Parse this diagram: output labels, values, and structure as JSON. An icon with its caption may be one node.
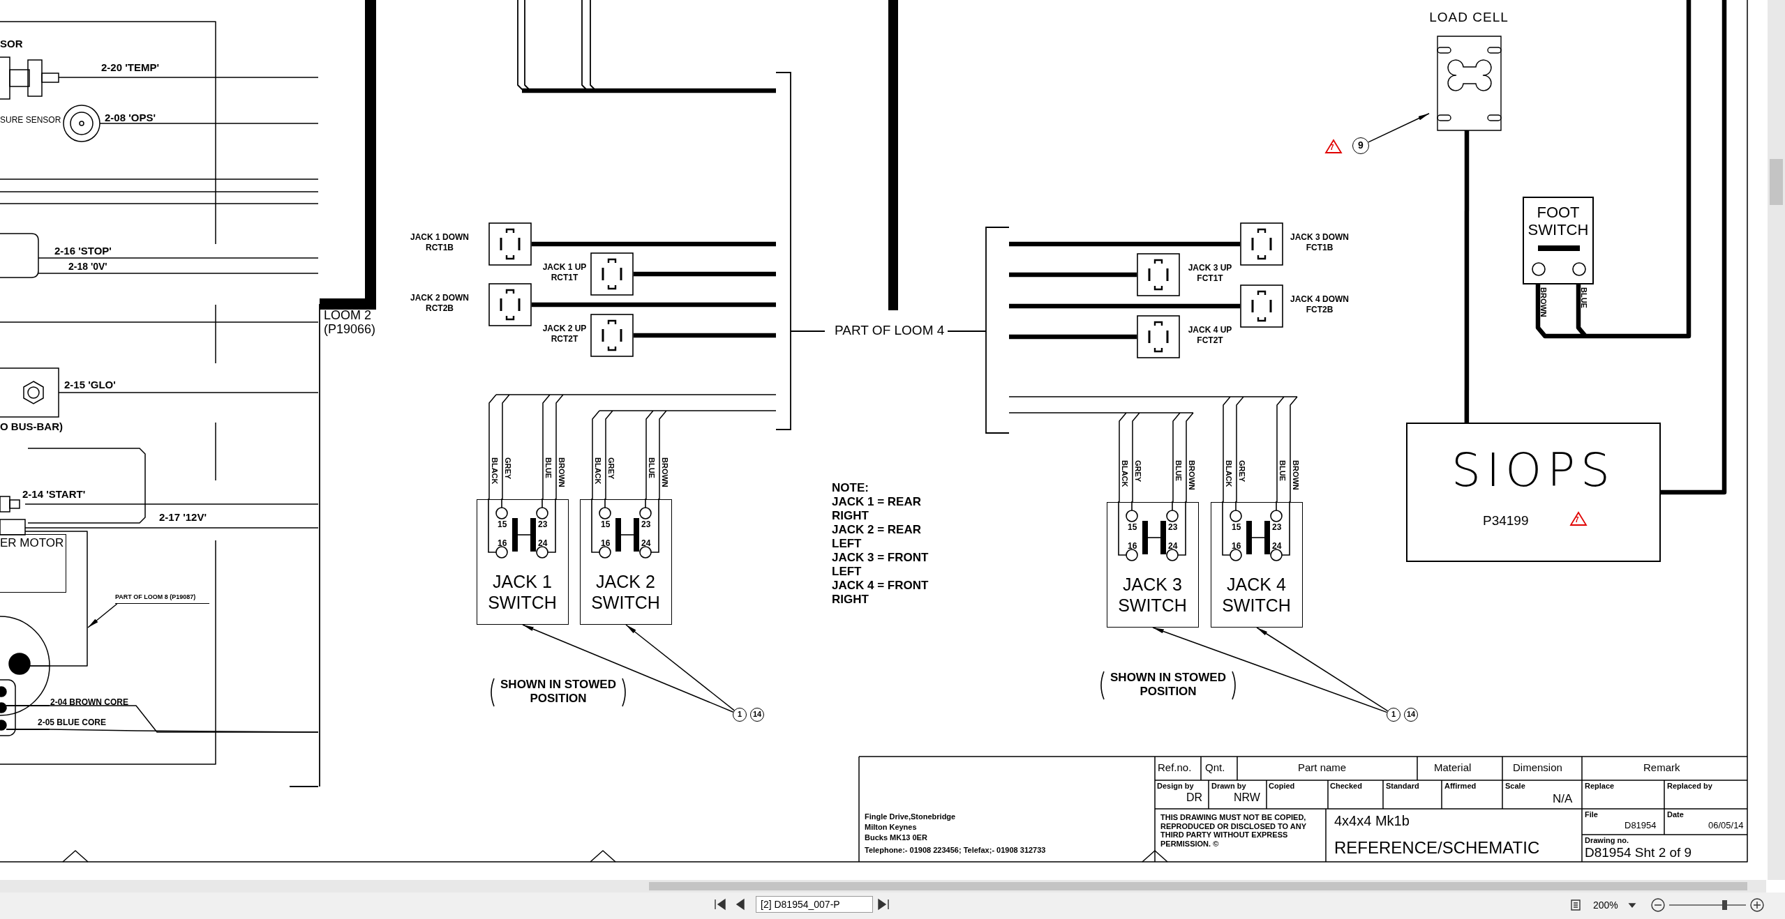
{
  "diagram": {
    "nodes": [
      {
        "text": [
          "LOAD CELL"
        ]
      },
      {
        "text": [
          "9"
        ]
      },
      {
        "text": [
          "FOOT SWITCH"
        ],
        "beside": [
          "BROWN",
          "BLUE"
        ]
      },
      {
        "text": [
          "SIOPS",
          "P34199"
        ]
      },
      {
        "text": [
          "JACK 1 DOWN RCT1B"
        ]
      },
      {
        "text": [
          "JACK 1 UP RCT1T"
        ]
      },
      {
        "text": [
          "JACK 2 DOWN RCT2B"
        ]
      },
      {
        "text": [
          "JACK 2 UP RCT2T"
        ]
      },
      {
        "text": [
          "JACK 3 DOWN FCT1B"
        ]
      },
      {
        "text": [
          "JACK 3 UP FCT1T"
        ]
      },
      {
        "text": [
          "JACK 4 DOWN FCT2B"
        ]
      },
      {
        "text": [
          "JACK 4 UP FCT2T"
        ]
      },
      {
        "text": [
          "15",
          "23",
          "16",
          "24",
          "JACK 1 SWITCH"
        ]
      },
      {
        "text": [
          "15",
          "23",
          "16",
          "24",
          "JACK 2 SWITCH"
        ]
      },
      {
        "text": [
          "15",
          "23",
          "16",
          "24",
          "JACK 3 SWITCH"
        ]
      },
      {
        "text": [
          "15",
          "23",
          "16",
          "24",
          "JACK 4 SWITCH"
        ]
      },
      {
        "text": [
          "1"
        ]
      },
      {
        "text": [
          "14"
        ]
      },
      {
        "text": [
          "1"
        ]
      },
      {
        "text": [
          "14"
        ]
      },
      {
        "text": [
          "PART OF LOOM 8 (P19087)"
        ]
      },
      {
        "text": [
          "LOOM 2 (P19066)"
        ]
      },
      {
        "text": [
          "PART OF LOOM 4"
        ]
      },
      {
        "text": [
          "SOR"
        ]
      },
      {
        "text": [
          "SURE SENSOR"
        ]
      },
      {
        "text": [],
        "shape": "picture"
      },
      {
        "text": [],
        "shape": "picture",
        "beside": [
          "O BUS-BAR)"
        ]
      },
      {
        "text": [],
        "shape": "picture"
      },
      {
        "text": [
          "ER MOTOR"
        ]
      },
      {
        "text": [],
        "shape": "circle"
      }
    ],
    "edges": [
      {
        "from": 1,
        "to": 0,
        "arrow": "to"
      },
      {
        "from": 0,
        "to": 3,
        "arrow": "none",
        "style": "thick"
      },
      {
        "from": 16,
        "to": 12,
        "arrow": "to"
      },
      {
        "from": 16,
        "to": 13,
        "arrow": "to"
      },
      {
        "from": 18,
        "to": 14,
        "arrow": "to"
      },
      {
        "from": 18,
        "to": 15,
        "arrow": "to"
      },
      {
        "from": 20,
        "to": null,
        "arrow": "to"
      },
      {
        "from": 23,
        "to": 21,
        "arrow": "none",
        "label": "2-20 'TEMP'"
      },
      {
        "from": 24,
        "to": 21,
        "arrow": "none",
        "label": "2-08 'OPS'"
      },
      {
        "from": null,
        "to": 21,
        "arrow": "none"
      },
      {
        "from": null,
        "to": 21,
        "arrow": "none"
      },
      {
        "from": null,
        "to": 21,
        "arrow": "none"
      },
      {
        "from": 25,
        "to": 21,
        "arrow": "none",
        "label": "2-16 'STOP'"
      },
      {
        "from": 25,
        "to": 21,
        "arrow": "none",
        "label": "2-18 '0V'"
      },
      {
        "from": null,
        "to": 21,
        "arrow": "none"
      },
      {
        "from": 26,
        "to": 21,
        "arrow": "none",
        "label": "2-15 'GLO'"
      },
      {
        "from": 27,
        "to": 21,
        "arrow": "none",
        "label": "2-14 'START'"
      },
      {
        "from": 27,
        "to": 21,
        "arrow": "none",
        "label": "2-17 '12V'"
      },
      {
        "from": 27,
        "to": 29,
        "arrow": "none"
      },
      {
        "from": 29,
        "to": 21,
        "arrow": "none",
        "label": "2-04 BROWN CORE"
      },
      {
        "from": 29,
        "to": 21,
        "arrow": "none",
        "label": "2-05 BLUE CORE"
      },
      {
        "from": 4,
        "to": 22,
        "arrow": "none",
        "style": "thick"
      },
      {
        "from": 5,
        "to": 22,
        "arrow": "none",
        "style": "thick"
      },
      {
        "from": 6,
        "to": 22,
        "arrow": "none",
        "style": "thick"
      },
      {
        "from": 7,
        "to": 22,
        "arrow": "none",
        "style": "thick"
      },
      {
        "from": 8,
        "to": 22,
        "arrow": "none",
        "style": "thick"
      },
      {
        "from": 9,
        "to": 22,
        "arrow": "none",
        "style": "thick"
      },
      {
        "from": 10,
        "to": 22,
        "arrow": "none",
        "style": "thick"
      },
      {
        "from": 11,
        "to": 22,
        "arrow": "none",
        "style": "thick"
      },
      {
        "from": 12,
        "to": 22,
        "arrow": "none"
      },
      {
        "from": 13,
        "to": 22,
        "arrow": "none"
      },
      {
        "from": 14,
        "to": 22,
        "arrow": "none"
      },
      {
        "from": 15,
        "to": 22,
        "arrow": "none"
      },
      {
        "from": null,
        "to": 22,
        "arrow": "none",
        "style": "thick"
      },
      {
        "from": 2,
        "to": null,
        "arrow": "none",
        "style": "thick"
      },
      {
        "from": 3,
        "to": null,
        "arrow": "none",
        "style": "thick"
      }
    ],
    "labels": [
      "7",
      "BLACK",
      "GREY",
      "BLUE",
      "BROWN",
      "BLACK",
      "GREY",
      "BLUE",
      "BROWN",
      "BLACK",
      "GREY",
      "BLUE",
      "BROWN",
      "BLACK",
      "GREY",
      "BLUE",
      "BROWN",
      "NOTE:",
      "JACK 1 = REAR RIGHT",
      "JACK 2 = REAR LEFT",
      "JACK 3 = FRONT LEFT",
      "JACK 4 = FRONT RIGHT",
      "SHOWN IN STOWED POSITION",
      "SHOWN IN STOWED POSITION",
      "7",
      "Fingle Drive,Stonebridge",
      "Milton Keynes",
      "Bucks MK13 0ER",
      "Telephone:- 01908 223456; Telefax;- 01908 312733",
      "Ref.no.",
      "Qnt.",
      "Part name",
      "Material",
      "Dimension",
      "Remark",
      "Design by",
      "DR",
      "Drawn by",
      "NRW",
      "Copied",
      "Checked",
      "Standard",
      "Affirmed",
      "Scale",
      "N/A",
      "Replace",
      "Replaced by",
      "THIS DRAWING MUST NOT BE COPIED, REPRODUCED OR DISCLOSED TO ANY THIRD PARTY WITHOUT EXPRESS PERMISSION. ©",
      "4x4x4 Mk1b",
      "File",
      "D81954",
      "Date",
      "06/05/14",
      "REFERENCE/SCHEMATIC",
      "Drawing no.",
      "D81954 Sht 2 of 9",
      "[2] D81954_007-P",
      "200%"
    ]
  }
}
